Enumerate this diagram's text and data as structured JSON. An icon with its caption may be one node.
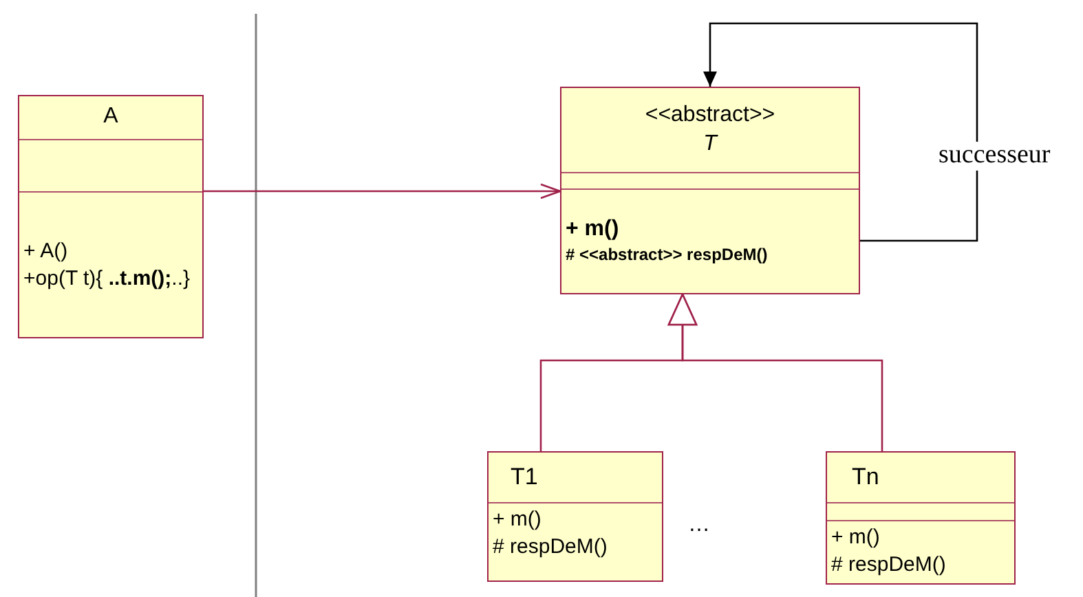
{
  "diagram": {
    "nodes": [
      {
        "text": [
          "A",
          "+ A()",
          "+op(T t){ **..t.m();**..}"
        ]
      },
      {
        "text": [
          "<<abstract>>",
          "T",
          "+ m()",
          "# <<abstract>> respDeM()"
        ]
      },
      {
        "text": [
          "T1",
          "+ m()",
          "# respDeM()"
        ]
      },
      {
        "text": [
          "Tn",
          "+ m()",
          "# respDeM()"
        ]
      }
    ],
    "edges": [
      {
        "from": 0,
        "to": 1,
        "arrow": "to"
      },
      {
        "from": 1,
        "to": 1,
        "arrow": "to",
        "label": "successeur",
        "color": "#000000"
      },
      {
        "from": 2,
        "to": 1,
        "arrow": "to"
      },
      {
        "from": 3,
        "to": 1,
        "arrow": "to"
      }
    ],
    "labels": [
      "…"
    ]
  }
}
